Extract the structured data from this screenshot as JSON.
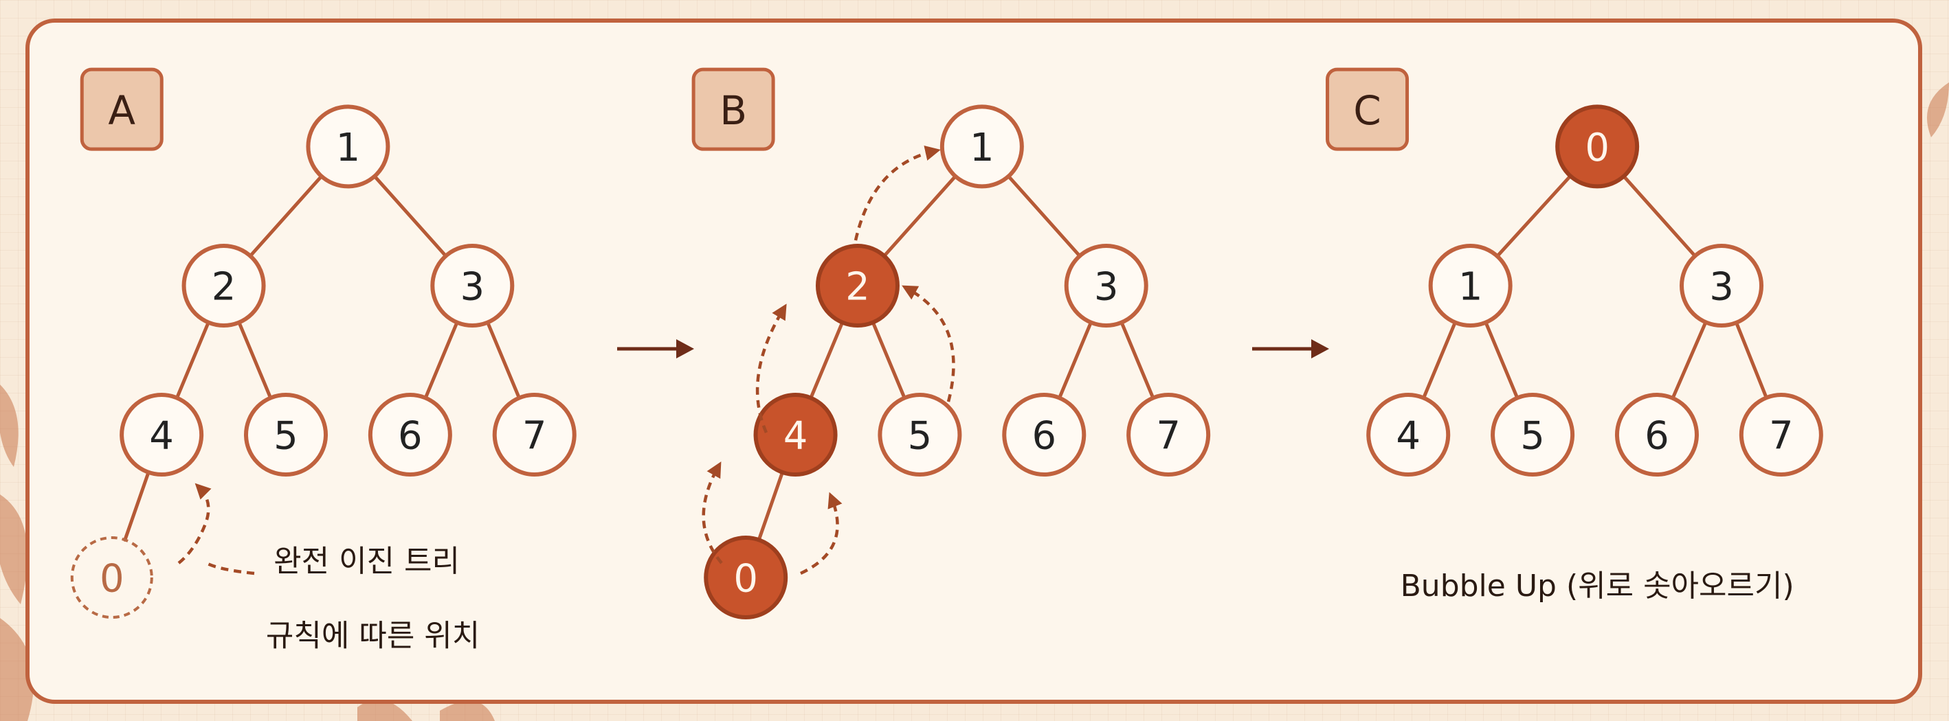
{
  "panels": [
    {
      "id": "a",
      "badge": "A",
      "nodes": [
        {
          "label": "1"
        },
        {
          "label": "2"
        },
        {
          "label": "3"
        },
        {
          "label": "4"
        },
        {
          "label": "5"
        },
        {
          "label": "6"
        },
        {
          "label": "7"
        },
        {
          "label": "0"
        }
      ],
      "caption": [
        "완전 이진 트리",
        "규칙에 따른 위치"
      ]
    },
    {
      "id": "b",
      "badge": "B",
      "nodes": [
        {
          "label": "1"
        },
        {
          "label": "2"
        },
        {
          "label": "3"
        },
        {
          "label": "4"
        },
        {
          "label": "5"
        },
        {
          "label": "6"
        },
        {
          "label": "7"
        },
        {
          "label": "0"
        }
      ],
      "caption": []
    },
    {
      "id": "c",
      "badge": "C",
      "nodes": [
        {
          "label": "0"
        },
        {
          "label": "1"
        },
        {
          "label": "3"
        },
        {
          "label": "4"
        },
        {
          "label": "5"
        },
        {
          "label": "6"
        },
        {
          "label": "7"
        }
      ],
      "caption": [
        "Bubble Up (위로 솟아오르기)"
      ]
    }
  ],
  "colors": {
    "accent": "#c0623e",
    "highlight": "#c8532b",
    "background": "#f8ead9"
  }
}
